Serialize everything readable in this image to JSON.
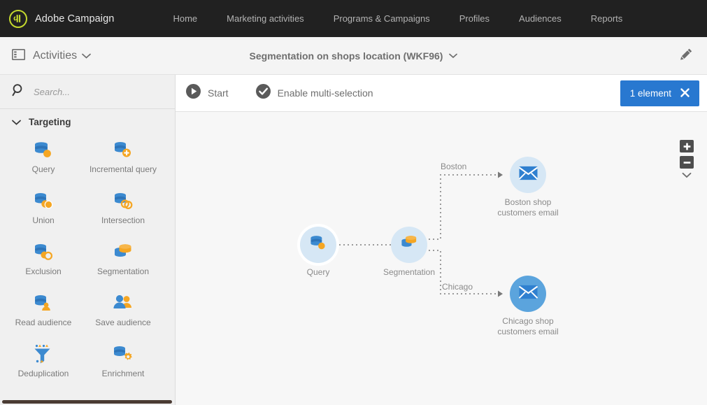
{
  "topnav": {
    "brand": "Adobe Campaign",
    "logo_icon": "adobe-campaign-logo-icon",
    "links": [
      {
        "label": "Home"
      },
      {
        "label": "Marketing activities"
      },
      {
        "label": "Programs & Campaigns"
      },
      {
        "label": "Profiles"
      },
      {
        "label": "Audiences"
      },
      {
        "label": "Reports"
      }
    ]
  },
  "subheader": {
    "activities_label": "Activities",
    "activities_icon": "panel-icon",
    "activities_chevron": "chevron-down-icon",
    "workflow_title": "Segmentation on shops location (WKF96)",
    "workflow_chevron": "chevron-down-icon",
    "edit_icon": "pencil-icon"
  },
  "sidebar": {
    "search": {
      "placeholder": "Search...",
      "value": "",
      "icon": "search-icon"
    },
    "group": {
      "title": "Targeting",
      "chevron": "chevron-down-icon",
      "items": [
        {
          "label": "Query",
          "icon": "query-database-icon"
        },
        {
          "label": "Incremental query",
          "icon": "incremental-query-icon"
        },
        {
          "label": "Union",
          "icon": "union-icon"
        },
        {
          "label": "Intersection",
          "icon": "intersection-icon"
        },
        {
          "label": "Exclusion",
          "icon": "exclusion-icon"
        },
        {
          "label": "Segmentation",
          "icon": "segmentation-icon"
        },
        {
          "label": "Read audience",
          "icon": "read-audience-icon"
        },
        {
          "label": "Save audience",
          "icon": "save-audience-icon"
        },
        {
          "label": "Deduplication",
          "icon": "deduplication-funnel-icon"
        },
        {
          "label": "Enrichment",
          "icon": "enrichment-icon"
        }
      ]
    }
  },
  "toolbar": {
    "start_label": "Start",
    "start_icon": "play-circle-icon",
    "multi_label": "Enable multi-selection",
    "multi_icon": "check-circle-icon",
    "element_badge": {
      "label": "1 element",
      "close_icon": "close-icon",
      "color": "#2878d0"
    }
  },
  "canvas": {
    "nodes": [
      {
        "id": "query",
        "label": "Query",
        "icon": "query-database-icon",
        "state": "selected"
      },
      {
        "id": "segmentation",
        "label": "Segmentation",
        "icon": "segmentation-icon",
        "state": "normal"
      },
      {
        "id": "boston",
        "label": "Boston shop customers email",
        "icon": "email-envelope-icon",
        "state": "normal"
      },
      {
        "id": "chicago",
        "label": "Chicago shop customers email",
        "icon": "email-envelope-icon",
        "state": "highlighted"
      }
    ],
    "edge_labels": [
      {
        "id": "boston-branch",
        "label": "Boston"
      },
      {
        "id": "chicago-branch",
        "label": "Chicago"
      }
    ]
  },
  "zoom_controls": {
    "zoom_in_icon": "plus-icon",
    "zoom_out_icon": "minus-icon",
    "expand_icon": "chevron-down-icon"
  },
  "colors": {
    "accent_blue": "#2878d0",
    "icon_blue": "#3c8ad0",
    "icon_orange": "#f5a623",
    "node_pale": "#d6e7f5",
    "node_deep": "#5ba4dd",
    "nav_bg": "#212121",
    "logo_green": "#c4d82e"
  }
}
